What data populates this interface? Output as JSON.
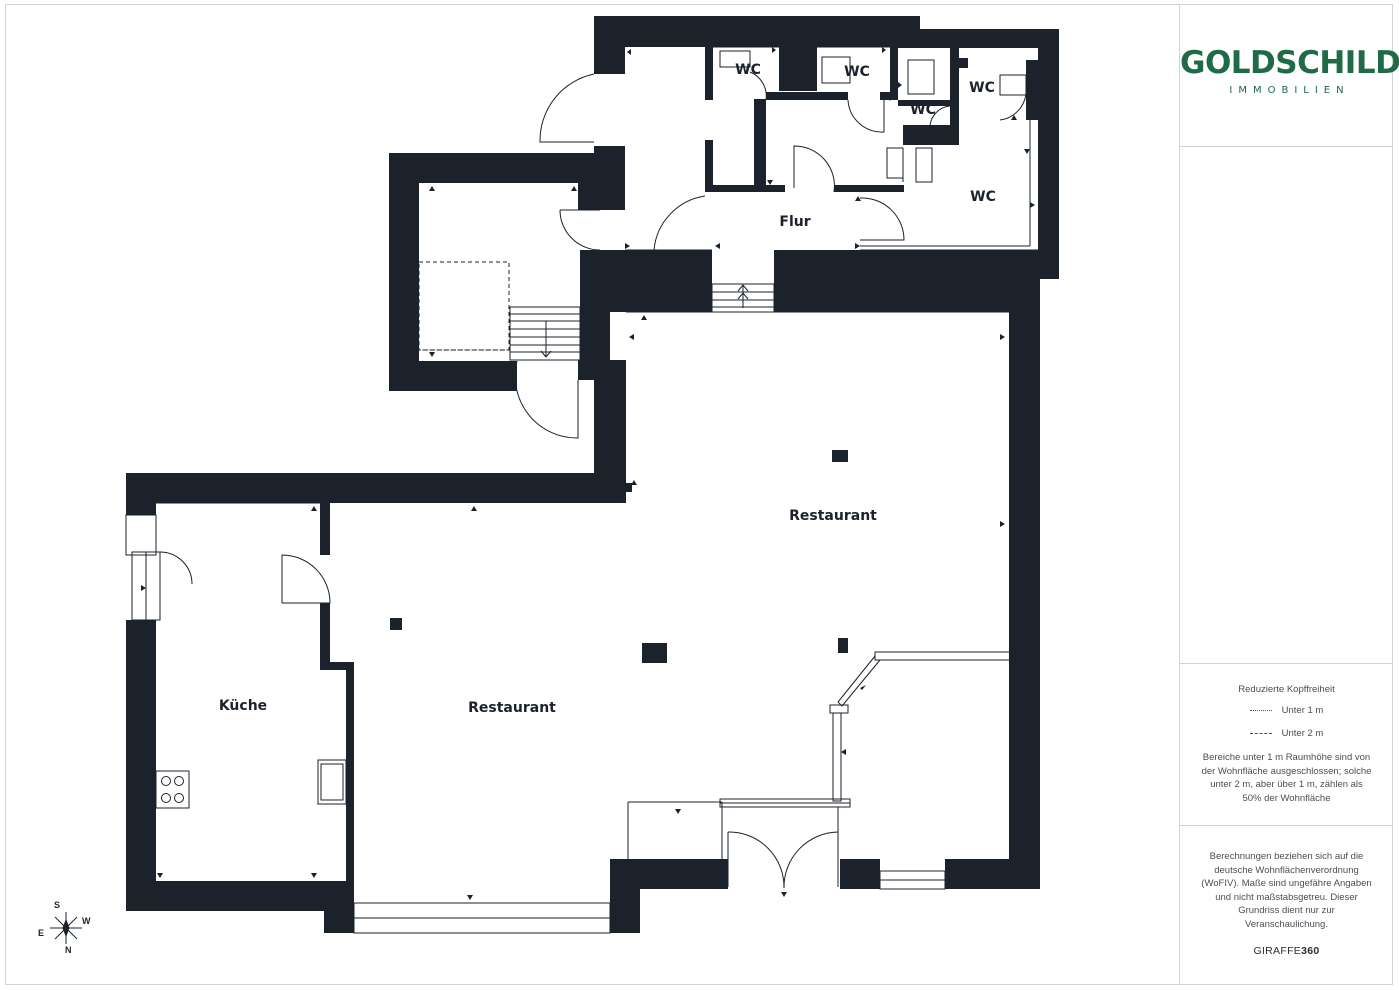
{
  "brand": {
    "logo_main": "GOLDSCHILD",
    "logo_sub": "IMMOBILIEN",
    "color": "#1f6b45"
  },
  "plan": {
    "wall_color": "#1b222b",
    "rooms": {
      "wc1": "WC",
      "wc2": "WC",
      "wc3": "WC",
      "wc4": "WC",
      "wc5": "WC",
      "flur": "Flur",
      "restaurant_top": "Restaurant",
      "restaurant_main": "Restaurant",
      "kueche": "Küche"
    }
  },
  "compass": {
    "s": "S",
    "w": "W",
    "e": "E",
    "n": "N"
  },
  "legend": {
    "title": "Reduzierte Kopffreiheit",
    "under_1m": "Unter 1 m",
    "under_2m": "Unter 2 m",
    "note": "Bereiche unter 1 m Raumhöhe sind von der Wohnfläche ausgeschlossen; solche unter 2 m, aber über 1 m, zählen als 50% der Wohnfläche"
  },
  "calculation": {
    "note": "Berechnungen beziehen sich auf die deutsche Wohnflächenverordnung (WoFIV). Maße sind ungefähre Angaben und nicht maßstabsgetreu. Dieser Grundriss dient nur zur Veranschaulichung.",
    "credit_prefix": "GIRAFFE",
    "credit_suffix": "360"
  }
}
